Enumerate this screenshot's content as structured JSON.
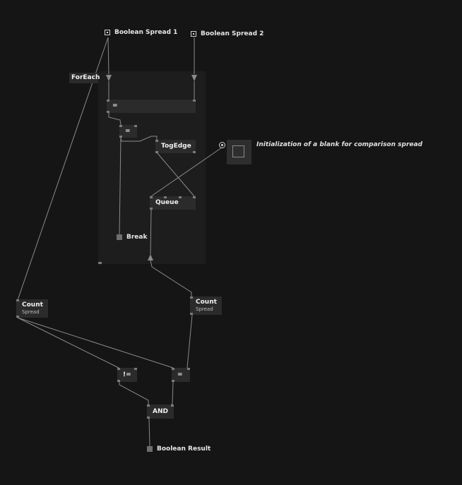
{
  "nodes": {
    "boolean_spread_1": "Boolean Spread 1",
    "boolean_spread_2": "Boolean Spread 2",
    "foreach": "ForEach",
    "equals_top": "=",
    "equals_small": "=",
    "togedge": "TogEdge",
    "queue": "Queue",
    "break": "Break",
    "count_left": "Count",
    "count_left_sub": "Spread",
    "count_right": "Count",
    "count_right_sub": "Spread",
    "not_equals": "!=",
    "equals_bottom": "=",
    "and": "AND",
    "boolean_result": "Boolean Result"
  },
  "comment": "Initialization of a blank for comparison spread",
  "colors": {
    "background": "#151515",
    "region": "#1d1d1d",
    "node": "#2b2b2b",
    "wire": "#8a8a8a"
  }
}
